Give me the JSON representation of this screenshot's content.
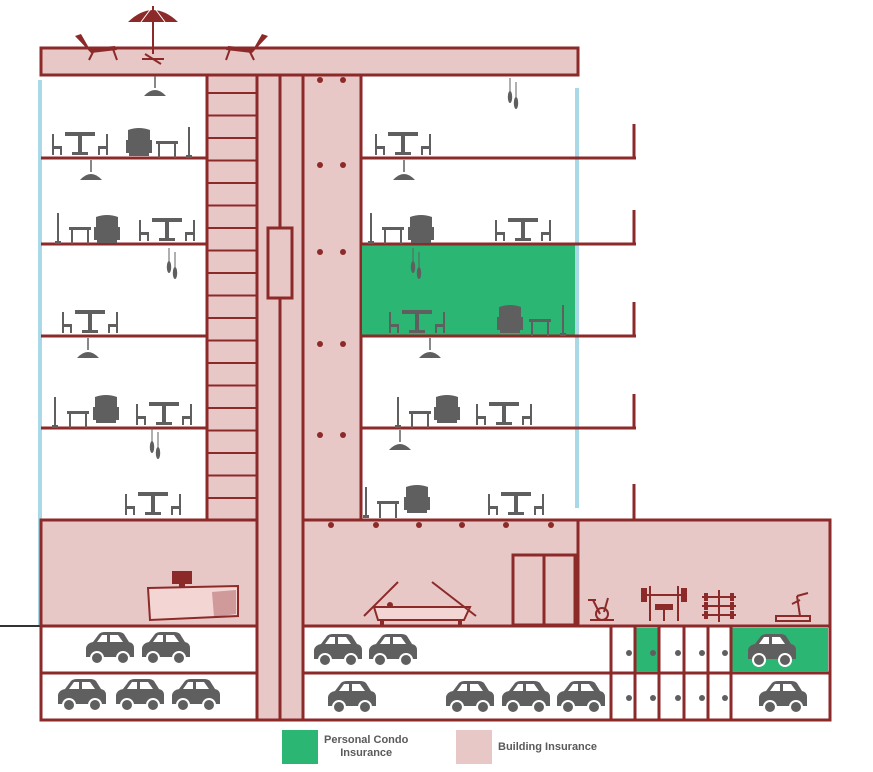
{
  "colors": {
    "structure": "#8c2a2a",
    "building_fill": "#e8c8c6",
    "condo_fill": "#2bb673",
    "window": "#a9d8e6",
    "furniture": "#5f5f5f",
    "legend_text": "#5a5a5a"
  },
  "legend": {
    "items": [
      {
        "label_lines": [
          "Personal Condo",
          "Insurance"
        ],
        "color": "#2bb673"
      },
      {
        "label_lines": [
          "Building Insurance"
        ],
        "color": "#e8c8c6"
      }
    ]
  },
  "icons": [
    "umbrella-icon",
    "lounge-chair-icon",
    "pendant-lamp-icon",
    "dining-table-icon",
    "armchair-icon",
    "floor-lamp-icon",
    "desk-icon",
    "car-icon",
    "reception-desk-icon",
    "pool-table-icon",
    "exercise-bike-icon",
    "weight-bench-icon",
    "dumbbell-rack-icon",
    "treadmill-icon",
    "elevator-door-icon"
  ]
}
